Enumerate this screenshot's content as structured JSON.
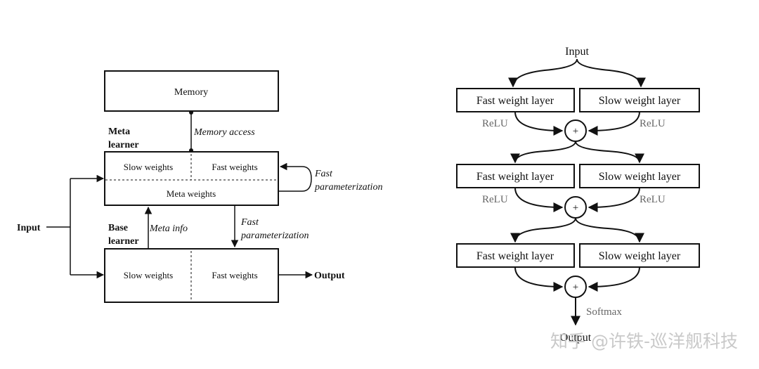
{
  "left_diagram": {
    "memory_label": "Memory",
    "memory_access_label": "Memory access",
    "meta_learner_label": [
      "Meta",
      "learner"
    ],
    "meta_slow_weights": "Slow weights",
    "meta_fast_weights": "Fast weights",
    "meta_weights": "Meta weights",
    "fast_parameterization_loop": [
      "Fast",
      "parameterization"
    ],
    "input_label": "Input",
    "base_learner_label": [
      "Base",
      "learner"
    ],
    "meta_info_label": "Meta info",
    "fast_parameterization_down": [
      "Fast",
      "parameterization"
    ],
    "base_slow_weights": "Slow weights",
    "base_fast_weights": "Fast weights",
    "output_label": "Output"
  },
  "right_diagram": {
    "input_label": "Input",
    "layers": [
      {
        "fast": "Fast weight layer",
        "slow": "Slow weight layer",
        "activation_left": "ReLU",
        "activation_right": "ReLU"
      },
      {
        "fast": "Fast weight layer",
        "slow": "Slow weight layer",
        "activation_left": "ReLU",
        "activation_right": "ReLU"
      },
      {
        "fast": "Fast weight layer",
        "slow": "Slow weight layer"
      }
    ],
    "sum_symbol": "+",
    "softmax_label": "Softmax",
    "output_label": "Output"
  },
  "watermark": "知乎 @许铁-巡洋舰科技"
}
